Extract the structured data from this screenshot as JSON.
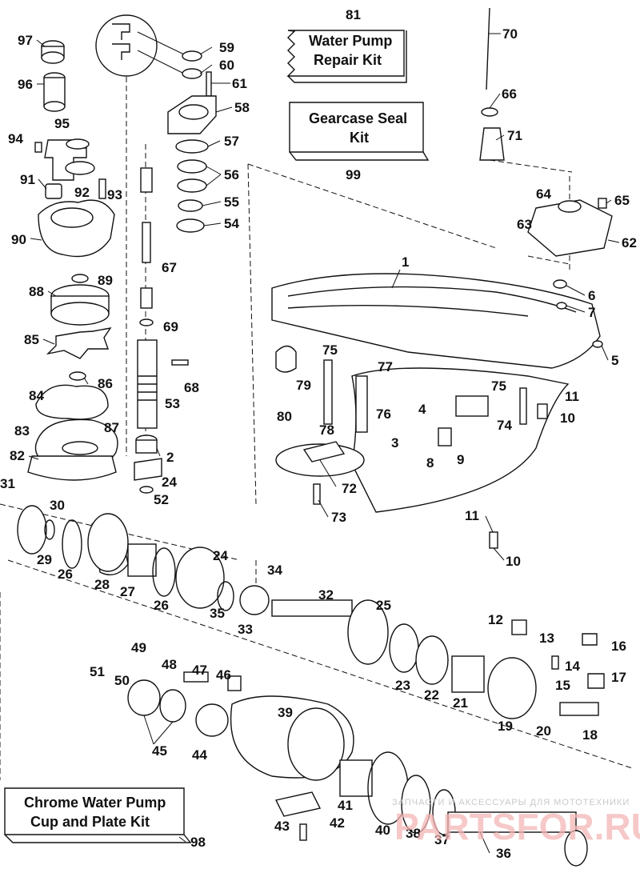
{
  "kits": {
    "water_pump": {
      "number": "81",
      "line1": "Water Pump",
      "line2": "Repair Kit"
    },
    "gearcase_seal": {
      "number": "99",
      "line1": "Gearcase Seal",
      "line2": "Kit"
    },
    "chrome_cup": {
      "number": "98",
      "line1": "Chrome Water Pump",
      "line2": "Cup and Plate Kit"
    }
  },
  "callouts": [
    {
      "id": "c97",
      "label": "97"
    },
    {
      "id": "c96",
      "label": "96"
    },
    {
      "id": "c95",
      "label": "95"
    },
    {
      "id": "c94",
      "label": "94"
    },
    {
      "id": "c91",
      "label": "91"
    },
    {
      "id": "c92",
      "label": "92"
    },
    {
      "id": "c93",
      "label": "93"
    },
    {
      "id": "c90",
      "label": "90"
    },
    {
      "id": "c89",
      "label": "89"
    },
    {
      "id": "c88",
      "label": "88"
    },
    {
      "id": "c85",
      "label": "85"
    },
    {
      "id": "c86",
      "label": "86"
    },
    {
      "id": "c84",
      "label": "84"
    },
    {
      "id": "c87",
      "label": "87"
    },
    {
      "id": "c83",
      "label": "83"
    },
    {
      "id": "c82",
      "label": "82"
    },
    {
      "id": "c31",
      "label": "31"
    },
    {
      "id": "c30",
      "label": "30"
    },
    {
      "id": "c29",
      "label": "29"
    },
    {
      "id": "c26a",
      "label": "26"
    },
    {
      "id": "c28",
      "label": "28"
    },
    {
      "id": "c27",
      "label": "27"
    },
    {
      "id": "c26b",
      "label": "26"
    },
    {
      "id": "c24a",
      "label": "24"
    },
    {
      "id": "c35",
      "label": "35"
    },
    {
      "id": "c34",
      "label": "34"
    },
    {
      "id": "c33",
      "label": "33"
    },
    {
      "id": "c32",
      "label": "32"
    },
    {
      "id": "c25",
      "label": "25"
    },
    {
      "id": "c23",
      "label": "23"
    },
    {
      "id": "c22",
      "label": "22"
    },
    {
      "id": "c21",
      "label": "21"
    },
    {
      "id": "c19",
      "label": "19"
    },
    {
      "id": "c20",
      "label": "20"
    },
    {
      "id": "c18",
      "label": "18"
    },
    {
      "id": "c12",
      "label": "12"
    },
    {
      "id": "c13",
      "label": "13"
    },
    {
      "id": "c14",
      "label": "14"
    },
    {
      "id": "c15",
      "label": "15"
    },
    {
      "id": "c16",
      "label": "16"
    },
    {
      "id": "c17",
      "label": "17"
    },
    {
      "id": "c59",
      "label": "59"
    },
    {
      "id": "c60",
      "label": "60"
    },
    {
      "id": "c61",
      "label": "61"
    },
    {
      "id": "c58",
      "label": "58"
    },
    {
      "id": "c57",
      "label": "57"
    },
    {
      "id": "c56",
      "label": "56"
    },
    {
      "id": "c55",
      "label": "55"
    },
    {
      "id": "c54",
      "label": "54"
    },
    {
      "id": "c67",
      "label": "67"
    },
    {
      "id": "c69",
      "label": "69"
    },
    {
      "id": "c68",
      "label": "68"
    },
    {
      "id": "c53",
      "label": "53"
    },
    {
      "id": "c2",
      "label": "2"
    },
    {
      "id": "c24b",
      "label": "24"
    },
    {
      "id": "c52",
      "label": "52"
    },
    {
      "id": "c70",
      "label": "70"
    },
    {
      "id": "c66",
      "label": "66"
    },
    {
      "id": "c71",
      "label": "71"
    },
    {
      "id": "c64",
      "label": "64"
    },
    {
      "id": "c65",
      "label": "65"
    },
    {
      "id": "c63",
      "label": "63"
    },
    {
      "id": "c62",
      "label": "62"
    },
    {
      "id": "c1",
      "label": "1"
    },
    {
      "id": "c6",
      "label": "6"
    },
    {
      "id": "c7",
      "label": "7"
    },
    {
      "id": "c5",
      "label": "5"
    },
    {
      "id": "c75a",
      "label": "75"
    },
    {
      "id": "c79",
      "label": "79"
    },
    {
      "id": "c80",
      "label": "80"
    },
    {
      "id": "c78",
      "label": "78"
    },
    {
      "id": "c77",
      "label": "77"
    },
    {
      "id": "c76",
      "label": "76"
    },
    {
      "id": "c4",
      "label": "4"
    },
    {
      "id": "c75b",
      "label": "75"
    },
    {
      "id": "c11a",
      "label": "11"
    },
    {
      "id": "c10a",
      "label": "10"
    },
    {
      "id": "c74",
      "label": "74"
    },
    {
      "id": "c3",
      "label": "3"
    },
    {
      "id": "c8",
      "label": "8"
    },
    {
      "id": "c9",
      "label": "9"
    },
    {
      "id": "c72",
      "label": "72"
    },
    {
      "id": "c73",
      "label": "73"
    },
    {
      "id": "c11b",
      "label": "11"
    },
    {
      "id": "c10b",
      "label": "10"
    },
    {
      "id": "c49",
      "label": "49"
    },
    {
      "id": "c51",
      "label": "51"
    },
    {
      "id": "c50",
      "label": "50"
    },
    {
      "id": "c48",
      "label": "48"
    },
    {
      "id": "c47",
      "label": "47"
    },
    {
      "id": "c46",
      "label": "46"
    },
    {
      "id": "c45",
      "label": "45"
    },
    {
      "id": "c44",
      "label": "44"
    },
    {
      "id": "c39",
      "label": "39"
    },
    {
      "id": "c41",
      "label": "41"
    },
    {
      "id": "c42",
      "label": "42"
    },
    {
      "id": "c43",
      "label": "43"
    },
    {
      "id": "c40",
      "label": "40"
    },
    {
      "id": "c38",
      "label": "38"
    },
    {
      "id": "c37",
      "label": "37"
    },
    {
      "id": "c36",
      "label": "36"
    }
  ],
  "watermark": {
    "line1": "ЗАПЧАСТИ И АКСЕССУАРЫ ДЛЯ МОТОТЕХНИКИ",
    "brand": "PARTSFOR.RU"
  }
}
